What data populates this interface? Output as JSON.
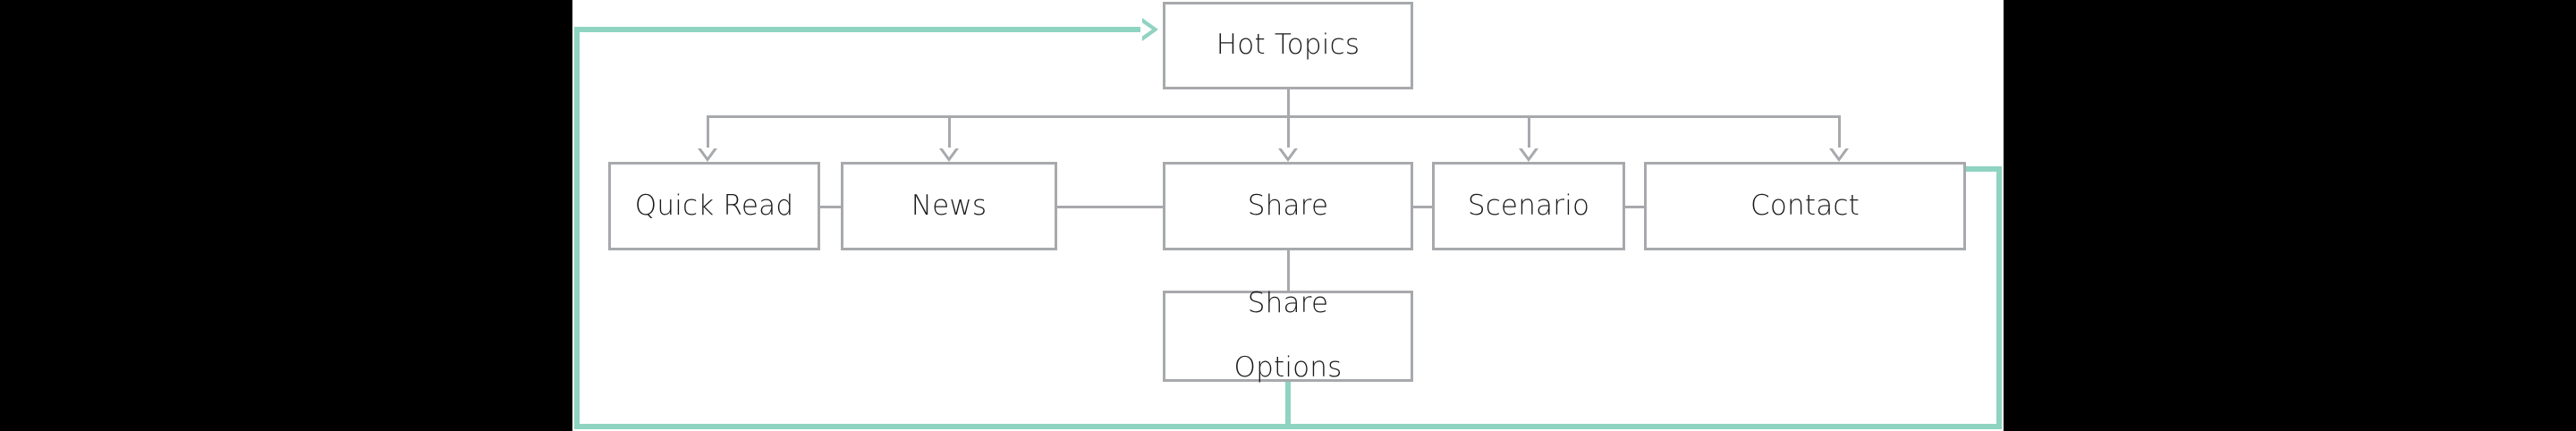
{
  "diagram": {
    "title": "Hot Topics site map",
    "background_color": "#ffffff",
    "letterbox_color": "#000000",
    "node_border_color": "#a7a9ac",
    "connector_color": "#a7a9ac",
    "highlight_color": "#8fd3c1",
    "text_color": "#1a1a1a"
  },
  "nodes": {
    "root": {
      "label": "Hot Topics"
    },
    "children": [
      {
        "label": "Quick Read"
      },
      {
        "label": "News"
      },
      {
        "label": "Share"
      },
      {
        "label": "Scenario"
      },
      {
        "label": "Contact"
      }
    ],
    "share_child": {
      "label_line1": "Share",
      "label_line2": "Options"
    }
  },
  "connectors": {
    "root_to_bus": "vertical-from-hot-topics",
    "bus_label": "horizontal-distribution-bus",
    "share_to_options": "vertical-share-to-share-options",
    "sibling_links": [
      "quick-read-to-news",
      "news-to-share",
      "share-to-scenario",
      "scenario-to-contact"
    ]
  },
  "highlight_path": {
    "description": "teal loop from Contact around to Hot Topics",
    "segments": [
      "contact-right-out",
      "right-vertical-down",
      "bottom-horizontal",
      "share-options-down",
      "left-vertical-up",
      "top-horizontal-into-hot-topics"
    ],
    "arrow_target": "Hot Topics"
  }
}
